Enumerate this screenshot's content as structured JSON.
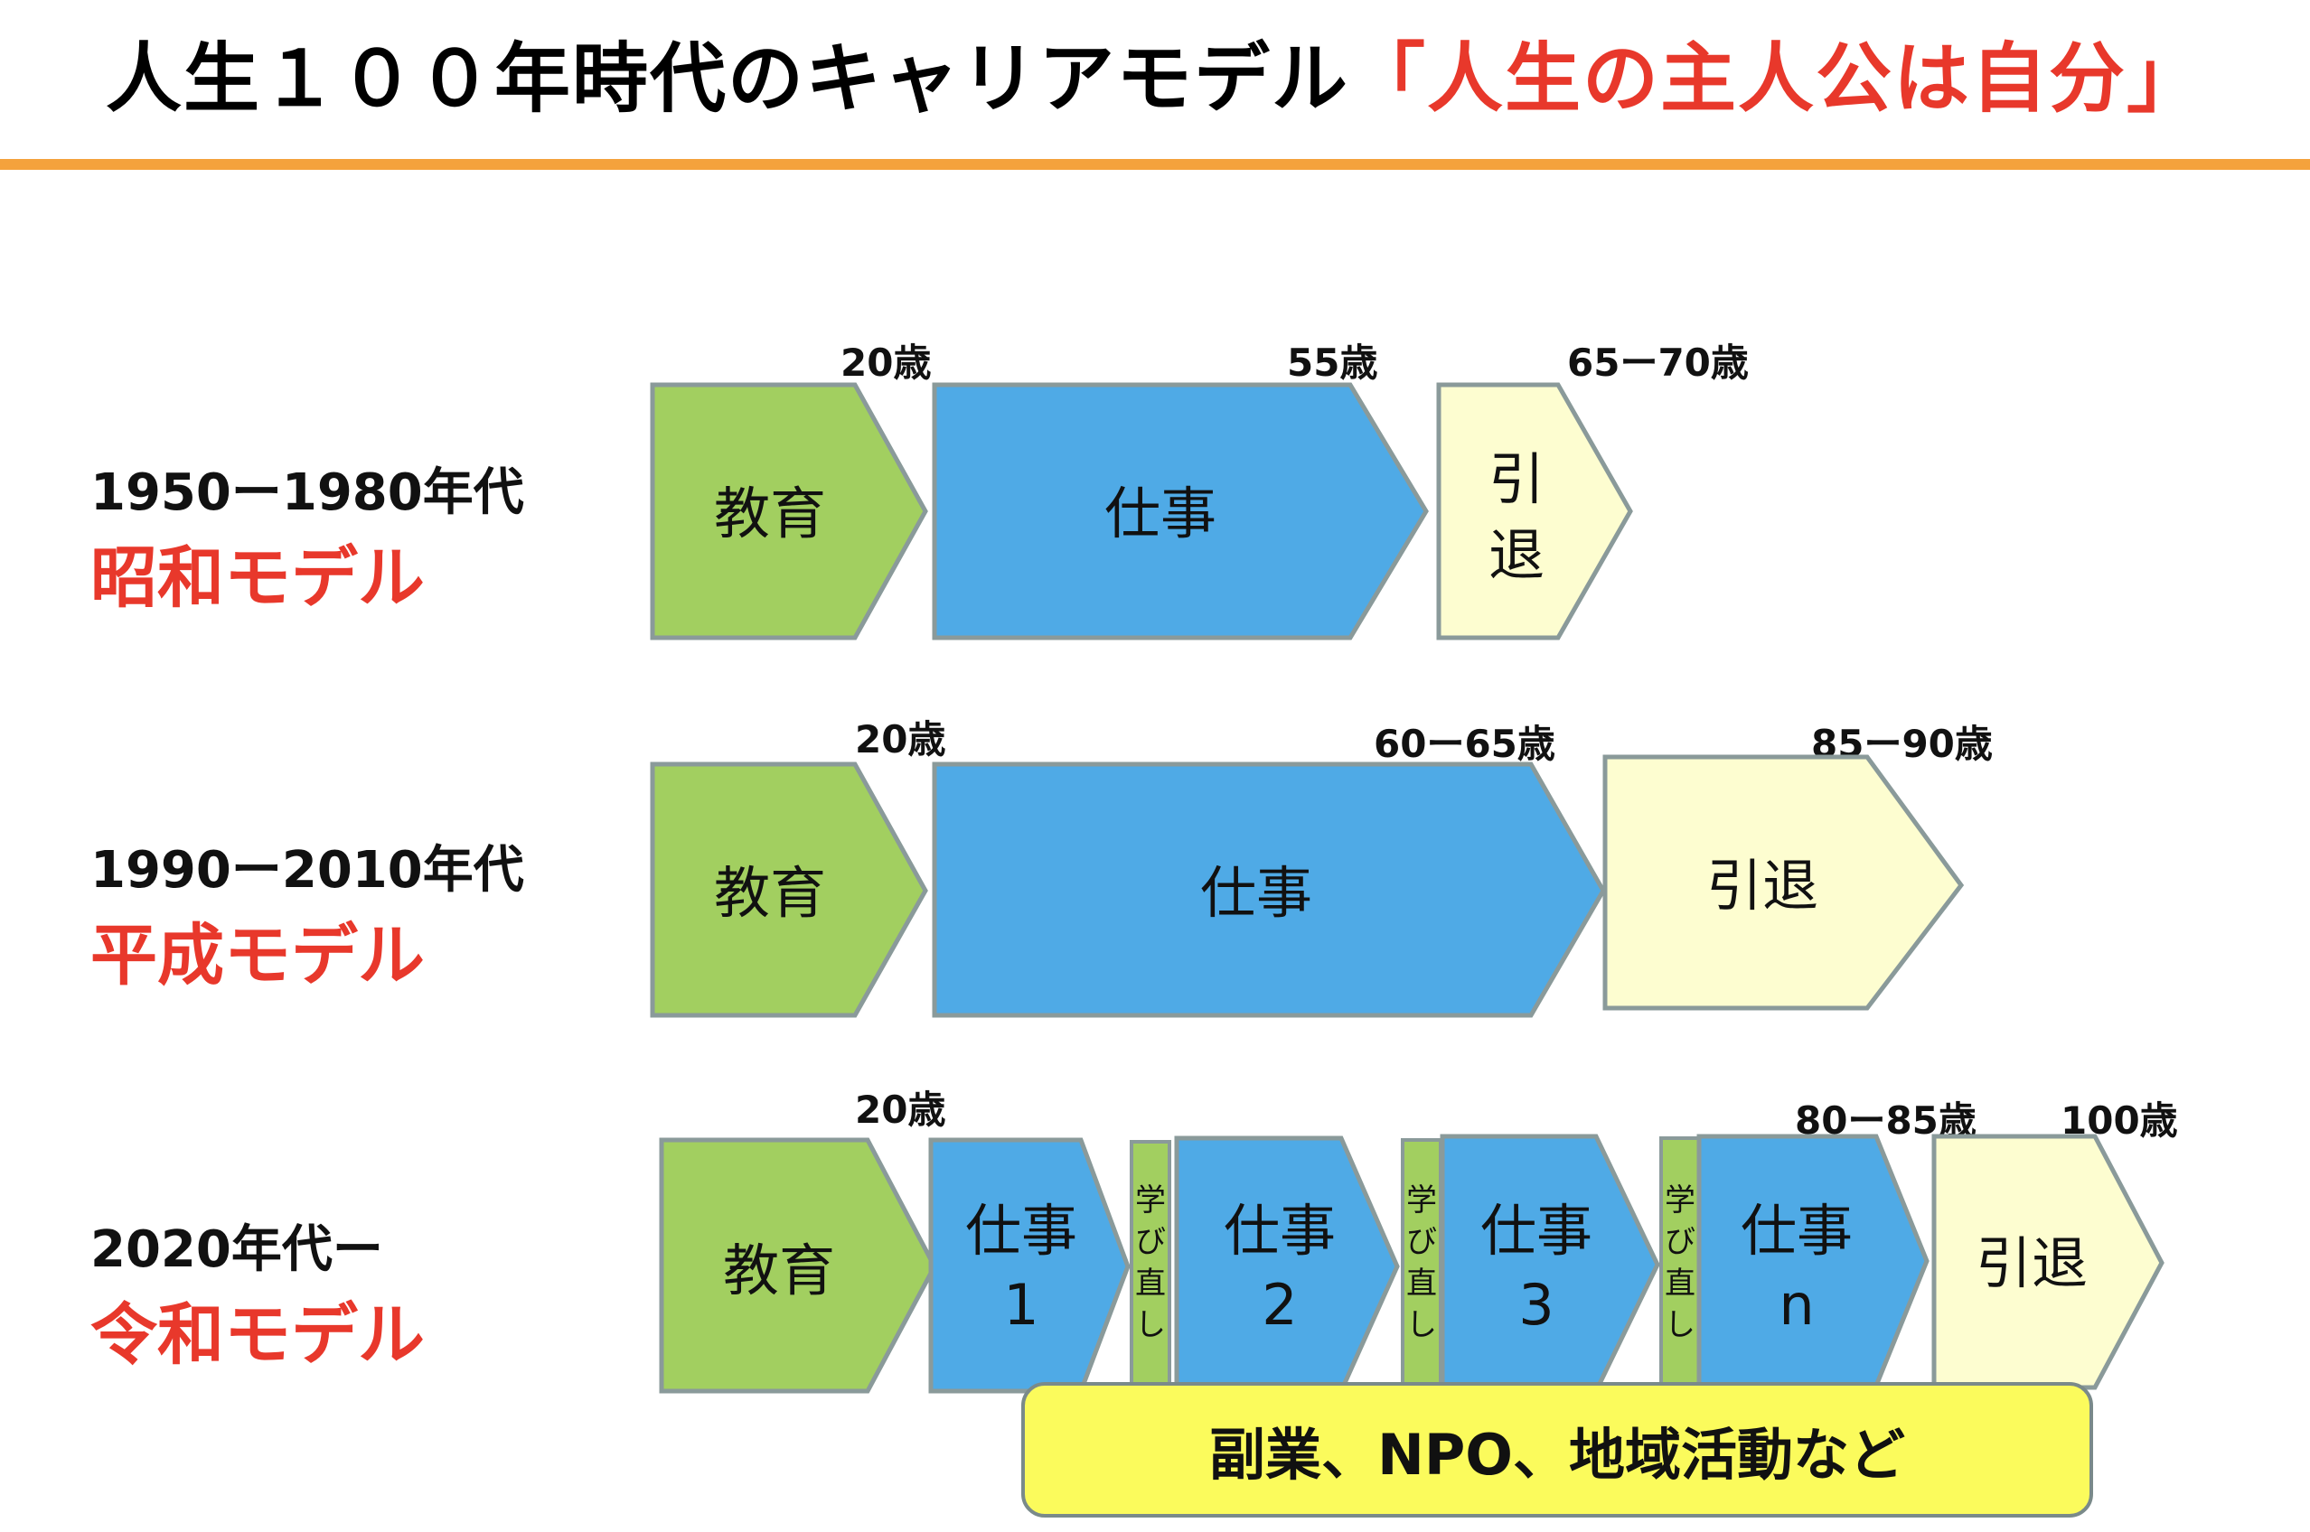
{
  "title": {
    "main": "人生１００年時代のキャリアモデル",
    "accent": "「人生の主人公は自分」"
  },
  "colors": {
    "accent": "#e8382b",
    "rule": "#f4a23c",
    "education": "#a2cf60",
    "work": "#4faae6",
    "retire": "#fdfdd0",
    "stroke": "#8a9a9a",
    "side": "#fbfb5c"
  },
  "rows": [
    {
      "period": "1950ー1980年代",
      "model": "昭和モデル",
      "ages": [
        "20歳",
        "55歳",
        "65ー70歳"
      ],
      "education": "教育",
      "work": "仕事",
      "retire": [
        "引",
        "退"
      ]
    },
    {
      "period": "1990ー2010年代",
      "model": "平成モデル",
      "ages": [
        "20歳",
        "60ー65歳",
        "85ー90歳"
      ],
      "education": "教育",
      "work": "仕事",
      "retire": "引退"
    },
    {
      "period": "2020年代ー",
      "model": "令和モデル",
      "ages": [
        "20歳",
        "80ー85歳",
        "100歳"
      ],
      "education": "教育",
      "works": [
        {
          "label": "仕事",
          "num": "1"
        },
        {
          "label": "仕事",
          "num": "2"
        },
        {
          "label": "仕事",
          "num": "3"
        },
        {
          "label": "仕事",
          "num": "n"
        }
      ],
      "relearn": [
        "学",
        "び",
        "直",
        "し"
      ],
      "retire": "引退"
    }
  ],
  "side_activities": "副業、NPO、地域活動など"
}
